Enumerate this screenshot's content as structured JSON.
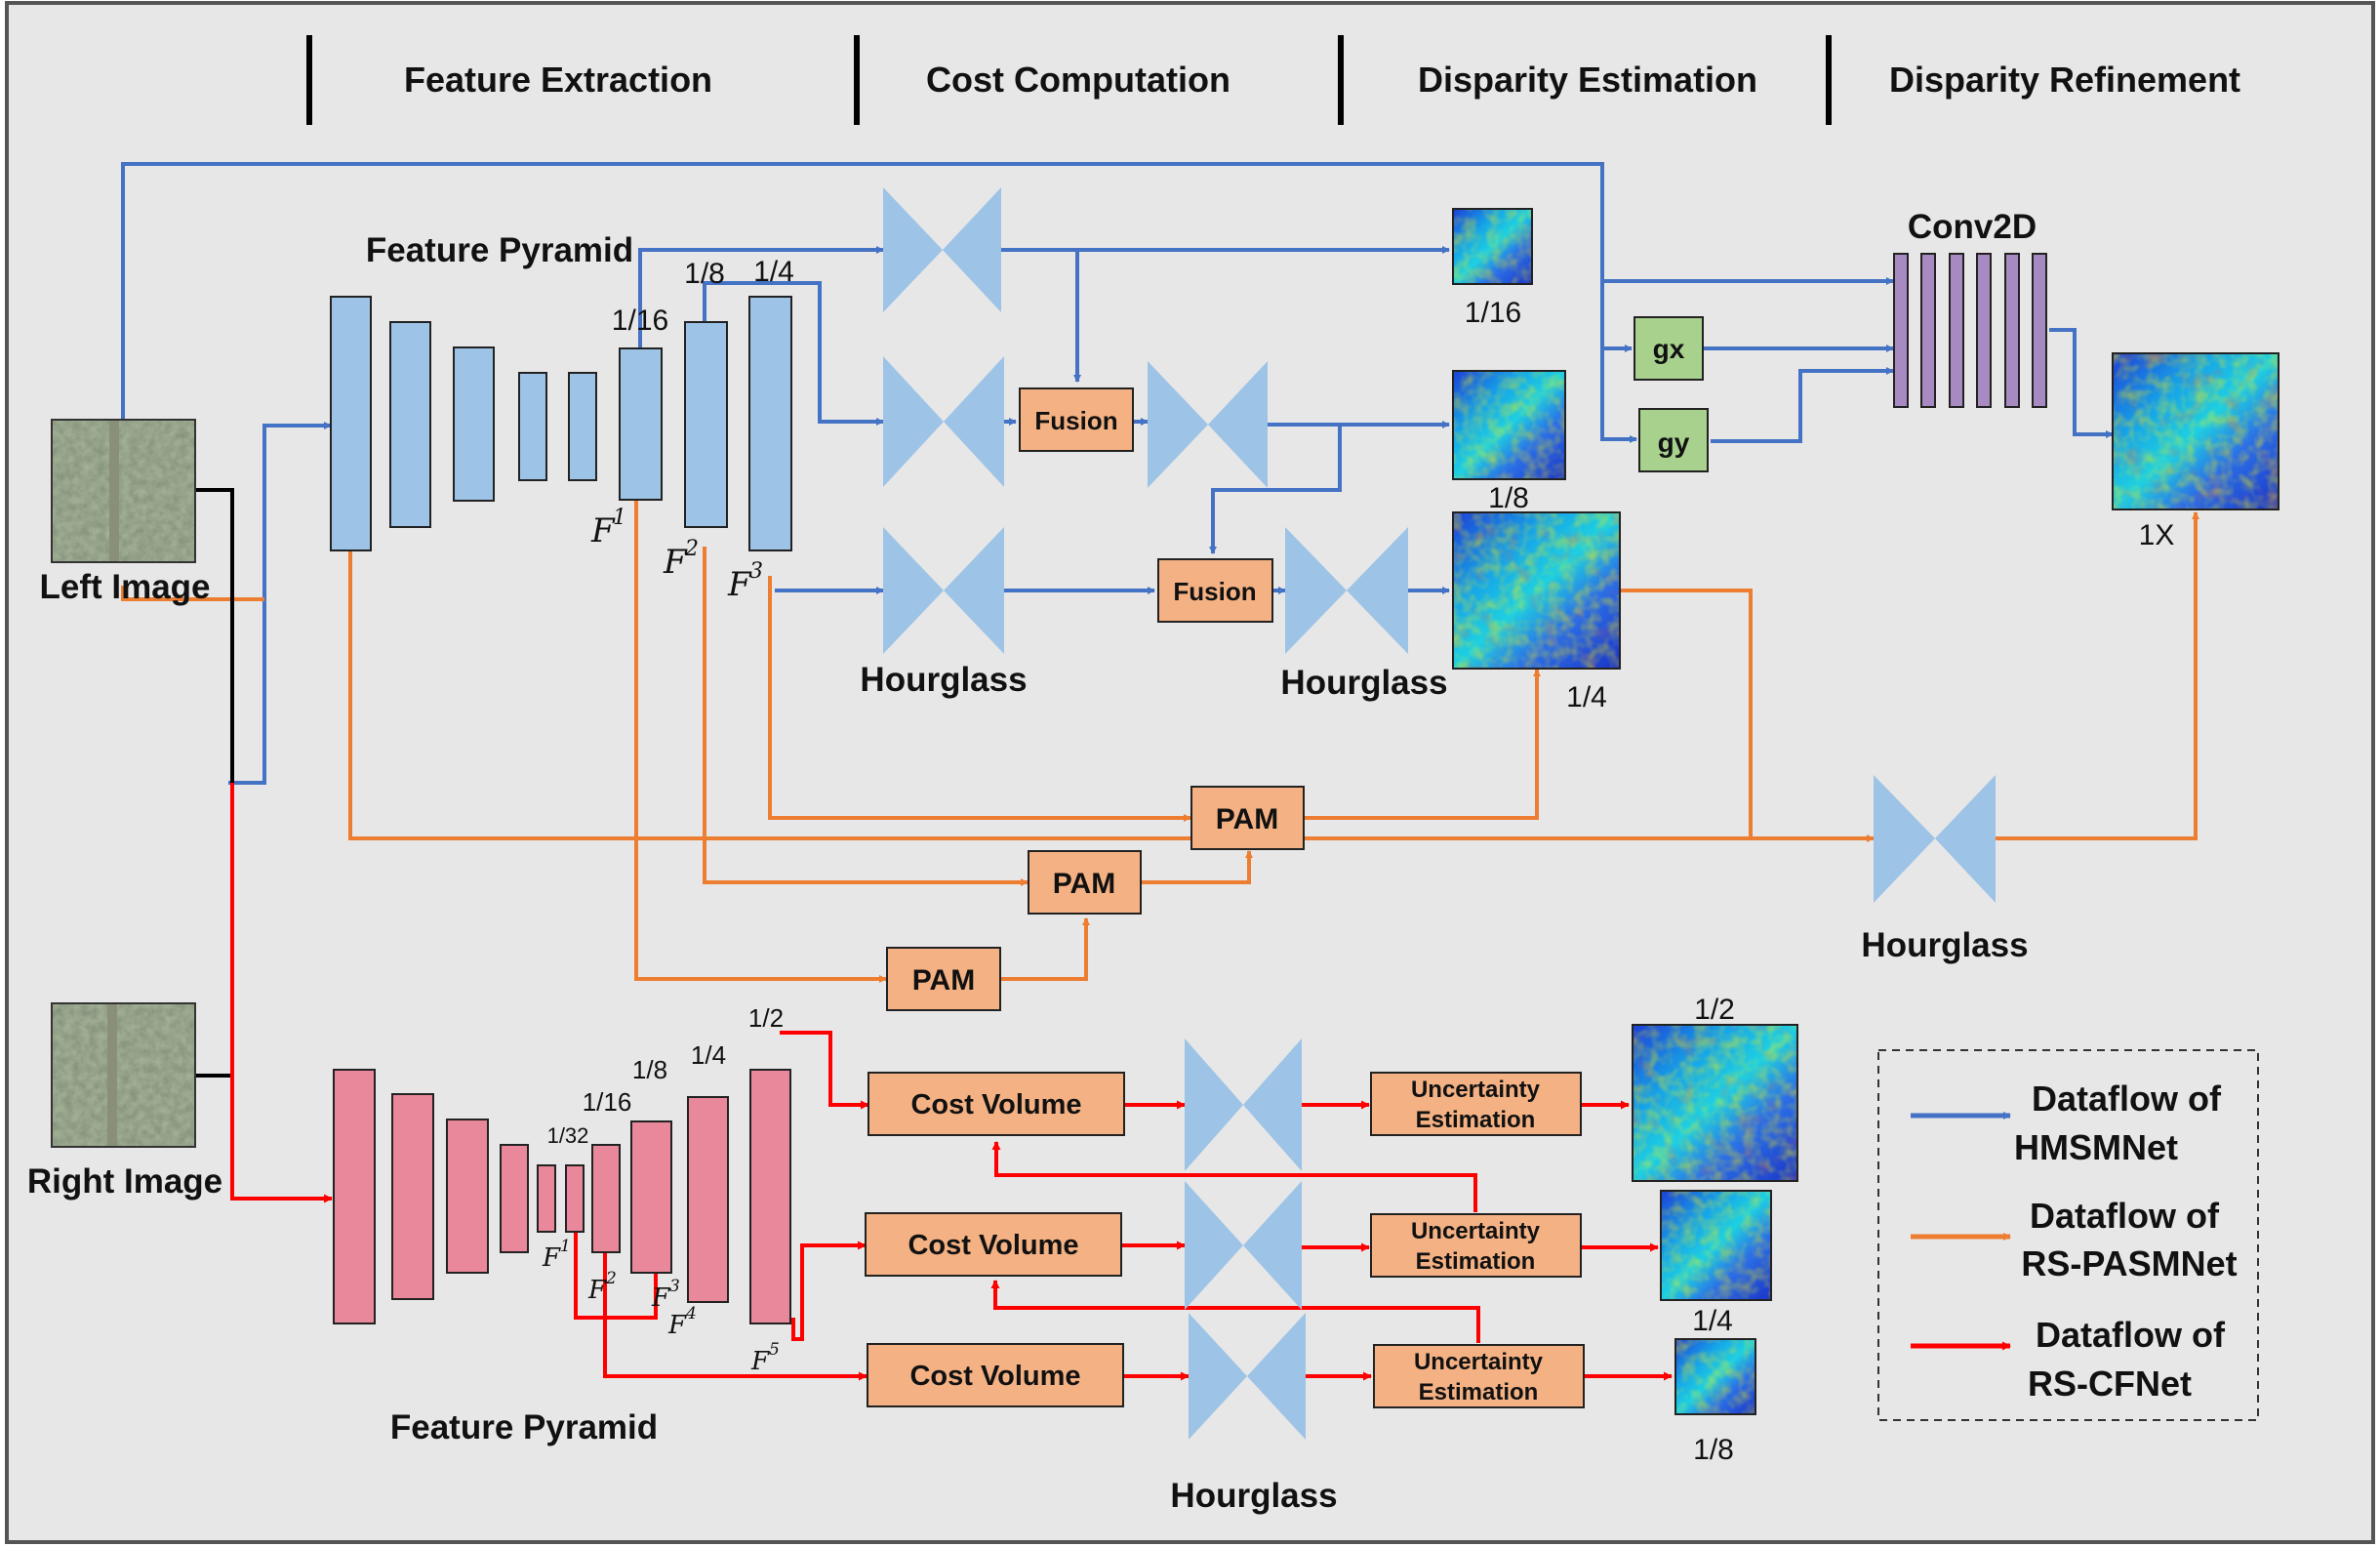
{
  "header": {
    "sections": [
      "Feature Extraction",
      "Cost Computation",
      "Disparity Estimation",
      "Disparity Refinement"
    ]
  },
  "inputs": {
    "left": "Left Image",
    "right": "Right Image"
  },
  "top": {
    "pyramid_title": "Feature Pyramid",
    "scales": [
      "1/16",
      "1/8",
      "1/4"
    ],
    "features": [
      "F",
      "F",
      "F"
    ],
    "feature_sups": [
      "1",
      "2",
      "3"
    ],
    "fusion": "Fusion",
    "hourglass": "Hourglass",
    "conv2d": "Conv2D",
    "gx": "gx",
    "gy": "gy",
    "out_scales": [
      "1/16",
      "1/8",
      "1/4",
      "1X"
    ],
    "pam": "PAM"
  },
  "bottom": {
    "pyramid_title": "Feature Pyramid",
    "scales": [
      "1/32",
      "1/16",
      "1/8",
      "1/4",
      "1/2"
    ],
    "features": [
      "F",
      "F",
      "F",
      "F",
      "F"
    ],
    "feature_sups": [
      "1",
      "2",
      "3",
      "4",
      "5"
    ],
    "cost_volume": "Cost Volume",
    "uncertainty_1": "Uncertainty",
    "uncertainty_2": "Estimation",
    "hourglass": "Hourglass",
    "out_scales": [
      "1/2",
      "1/4",
      "1/8"
    ]
  },
  "legend": {
    "items": [
      {
        "line1": "Dataflow of",
        "line2": "HMSMNet",
        "color": "#4472c4"
      },
      {
        "line1": "Dataflow of",
        "line2": "RS-PASMNet",
        "color": "#ed7d31"
      },
      {
        "line1": "Dataflow of",
        "line2": "RS-CFNet",
        "color": "#ff0000"
      }
    ]
  },
  "colors": {
    "blue": "#4472c4",
    "orange": "#ed7d31",
    "red": "#ff0000",
    "hourglass": "#9dc3e6",
    "blue_block": "#9dc3e6",
    "pink_block": "#e8889a",
    "purple_block": "#a88ac2",
    "orange_box": "#f4b183",
    "green_box": "#a9d18e",
    "background": "#e7e7e7"
  }
}
